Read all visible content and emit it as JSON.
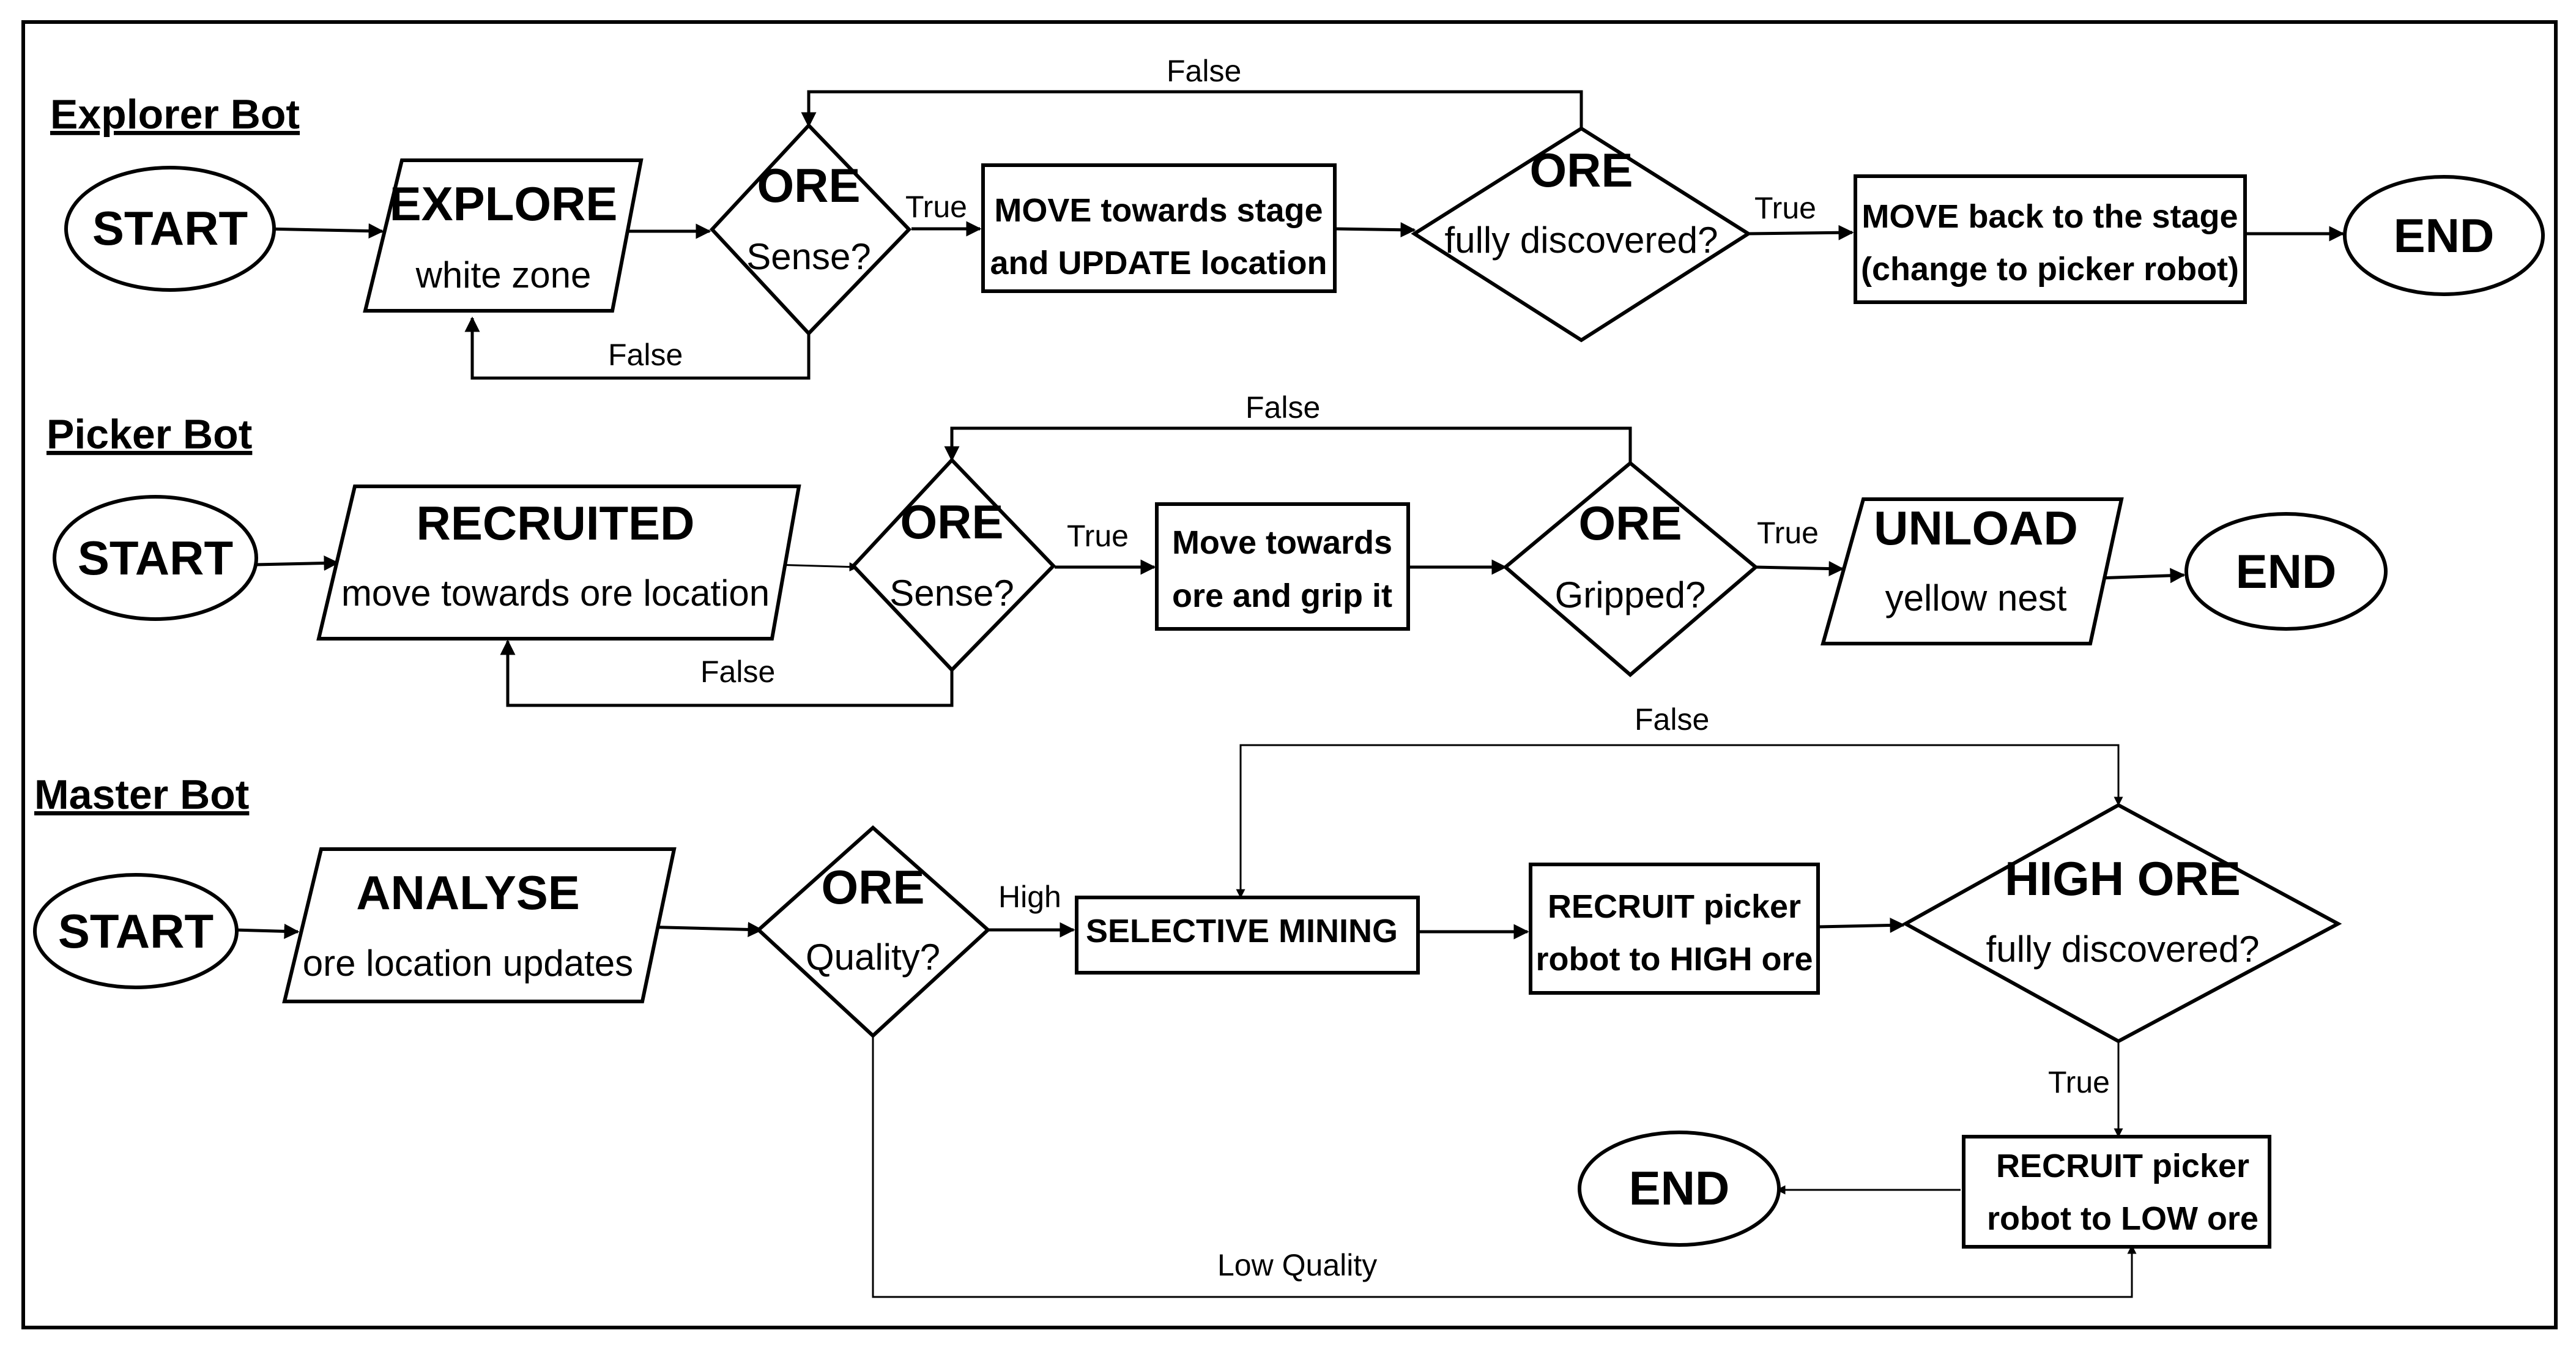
{
  "lanes": {
    "explorer": "Explorer Bot",
    "picker": "Picker Bot",
    "master": "Master Bot"
  },
  "explorer": {
    "start": "START",
    "explore_title": "EXPLORE",
    "explore_sub": "white zone",
    "ore1_title": "ORE",
    "ore1_sub": "Sense?",
    "move_line1": "MOVE towards stage",
    "move_line2": "and UPDATE location",
    "ore2_title": "ORE",
    "ore2_sub": "fully discovered?",
    "back_line1": "MOVE back to the stage",
    "back_line2": "(change to picker robot)",
    "end": "END",
    "true1": "True",
    "false1": "False",
    "true2": "True",
    "false2": "False"
  },
  "picker": {
    "start": "START",
    "recruited_title": "RECRUITED",
    "recruited_sub": "move towards ore location",
    "ore1_title": "ORE",
    "ore1_sub": "Sense?",
    "move_line1": "Move towards",
    "move_line2": "ore and grip it",
    "ore2_title": "ORE",
    "ore2_sub": "Gripped?",
    "unload_title": "UNLOAD",
    "unload_sub": "yellow nest",
    "end": "END",
    "true1": "True",
    "false1": "False",
    "true2": "True",
    "false2": "False"
  },
  "master": {
    "start": "START",
    "analyse_title": "ANALYSE",
    "analyse_sub": "ore location updates",
    "ore_title": "ORE",
    "ore_sub": "Quality?",
    "high": "High",
    "selective": "SELECTIVE MINING",
    "recruit_high_line1": "RECRUIT picker",
    "recruit_high_line2": "robot to HIGH ore",
    "high_ore_title": "HIGH ORE",
    "high_ore_sub": "fully discovered?",
    "false": "False",
    "true": "True",
    "recruit_low_line1": "RECRUIT picker",
    "recruit_low_line2": "robot to LOW ore",
    "end": "END",
    "low_quality": "Low Quality"
  }
}
